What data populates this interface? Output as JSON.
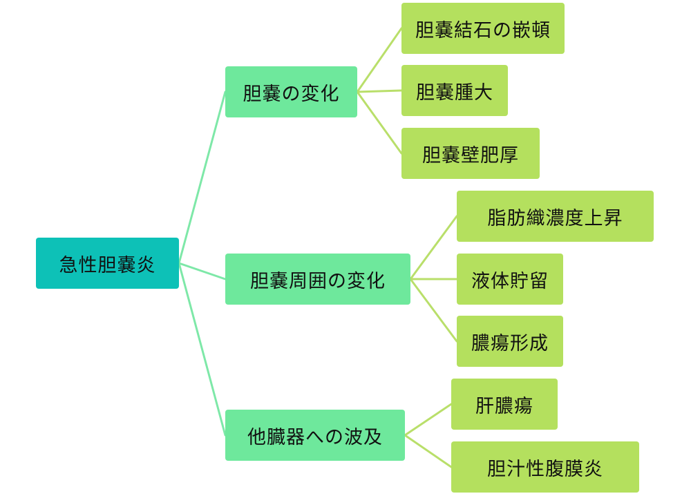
{
  "colors": {
    "root": "#0dc1b7",
    "category": "#6ee89c",
    "leaf": "#b4e05e",
    "root_connector": "#7ee8a8",
    "leaf_connector": "#b9df6a"
  },
  "root": {
    "label": "急性胆嚢炎"
  },
  "categories": [
    {
      "label": "胆嚢の変化",
      "items": [
        "胆嚢結石の嵌頓",
        "胆嚢腫大",
        "胆嚢壁肥厚"
      ]
    },
    {
      "label": "胆嚢周囲の変化",
      "items": [
        "脂肪織濃度上昇",
        "液体貯留",
        "膿瘍形成"
      ]
    },
    {
      "label": "他臓器への波及",
      "items": [
        "肝膿瘍",
        "胆汁性腹膜炎"
      ]
    }
  ]
}
